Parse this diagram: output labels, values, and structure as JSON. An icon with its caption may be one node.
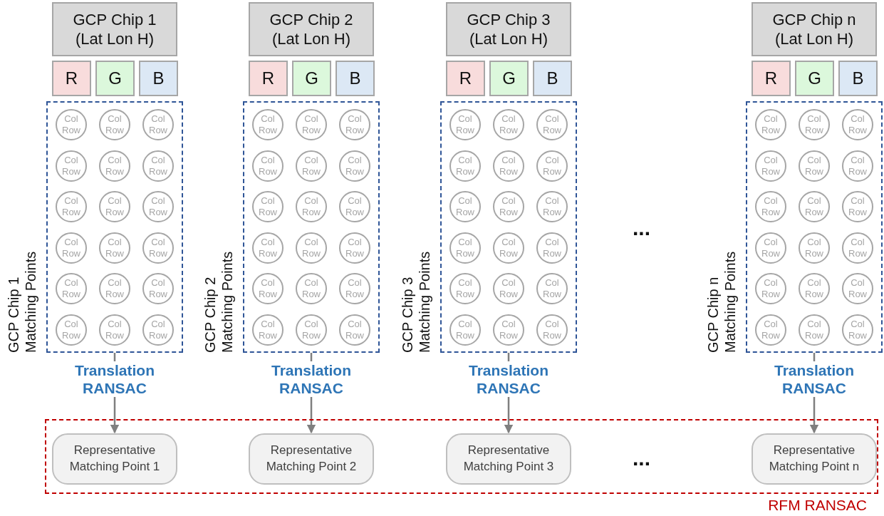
{
  "diagram": {
    "nodes": [
      {
        "text": [
          "RFM RANSAC"
        ]
      },
      {
        "text": [
          "GCP Chip 1 (Lat Lon H)"
        ]
      },
      {
        "text": [
          "R"
        ]
      },
      {
        "text": [
          "G"
        ]
      },
      {
        "text": [
          "B"
        ]
      },
      {
        "text": [],
        "shape": "box",
        "beside": [
          "GCP Chip 1 Matching Points"
        ]
      },
      {
        "text": [
          "Col Row"
        ],
        "in": 5
      },
      {
        "text": [
          "Col Row"
        ],
        "in": 5
      },
      {
        "text": [
          "Col Row"
        ],
        "in": 5
      },
      {
        "text": [
          "Col Row"
        ],
        "in": 5
      },
      {
        "text": [
          "Col Row"
        ],
        "in": 5
      },
      {
        "text": [
          "Col Row"
        ],
        "in": 5
      },
      {
        "text": [
          "Col Row"
        ],
        "in": 5
      },
      {
        "text": [
          "Col Row"
        ],
        "in": 5
      },
      {
        "text": [
          "Col Row"
        ],
        "in": 5
      },
      {
        "text": [
          "Col Row"
        ],
        "in": 5
      },
      {
        "text": [
          "Col Row"
        ],
        "in": 5
      },
      {
        "text": [
          "Col Row"
        ],
        "in": 5
      },
      {
        "text": [
          "Col Row"
        ],
        "in": 5
      },
      {
        "text": [
          "Col Row"
        ],
        "in": 5
      },
      {
        "text": [
          "Col Row"
        ],
        "in": 5
      },
      {
        "text": [
          "Col Row"
        ],
        "in": 5
      },
      {
        "text": [
          "Col Row"
        ],
        "in": 5
      },
      {
        "text": [
          "Col Row"
        ],
        "in": 5
      },
      {
        "text": [
          "GCP Chip 2 (Lat Lon H)"
        ]
      },
      {
        "text": [
          "R"
        ]
      },
      {
        "text": [
          "G"
        ]
      },
      {
        "text": [
          "B"
        ]
      },
      {
        "text": [],
        "shape": "box",
        "beside": [
          "GCP Chip 2 Matching Points"
        ]
      },
      {
        "text": [
          "Col Row"
        ],
        "in": 28
      },
      {
        "text": [
          "Col Row"
        ],
        "in": 28
      },
      {
        "text": [
          "Col Row"
        ],
        "in": 28
      },
      {
        "text": [
          "Col Row"
        ],
        "in": 28
      },
      {
        "text": [
          "Col Row"
        ],
        "in": 28
      },
      {
        "text": [
          "Col Row"
        ],
        "in": 28
      },
      {
        "text": [
          "Col Row"
        ],
        "in": 28
      },
      {
        "text": [
          "Col Row"
        ],
        "in": 28
      },
      {
        "text": [
          "Col Row"
        ],
        "in": 28
      },
      {
        "text": [
          "Col Row"
        ],
        "in": 28
      },
      {
        "text": [
          "Col Row"
        ],
        "in": 28
      },
      {
        "text": [
          "Col Row"
        ],
        "in": 28
      },
      {
        "text": [
          "Col Row"
        ],
        "in": 28
      },
      {
        "text": [
          "Col Row"
        ],
        "in": 28
      },
      {
        "text": [
          "Col Row"
        ],
        "in": 28
      },
      {
        "text": [
          "Col Row"
        ],
        "in": 28
      },
      {
        "text": [
          "Col Row"
        ],
        "in": 28
      },
      {
        "text": [
          "Col Row"
        ],
        "in": 28
      },
      {
        "text": [
          "GCP Chip 3 (Lat Lon H)"
        ]
      },
      {
        "text": [
          "R"
        ]
      },
      {
        "text": [
          "G"
        ]
      },
      {
        "text": [
          "B"
        ]
      },
      {
        "text": [],
        "shape": "box",
        "beside": [
          "GCP Chip 3 Matching Points"
        ]
      },
      {
        "text": [
          "Col Row"
        ],
        "in": 51
      },
      {
        "text": [
          "Col Row"
        ],
        "in": 51
      },
      {
        "text": [
          "Col Row"
        ],
        "in": 51
      },
      {
        "text": [
          "Col Row"
        ],
        "in": 51
      },
      {
        "text": [
          "Col Row"
        ],
        "in": 51
      },
      {
        "text": [
          "Col Row"
        ],
        "in": 51
      },
      {
        "text": [
          "Col Row"
        ],
        "in": 51
      },
      {
        "text": [
          "Col Row"
        ],
        "in": 51
      },
      {
        "text": [
          "Col Row"
        ],
        "in": 51
      },
      {
        "text": [
          "Col Row"
        ],
        "in": 51
      },
      {
        "text": [
          "Col Row"
        ],
        "in": 51
      },
      {
        "text": [
          "Col Row"
        ],
        "in": 51
      },
      {
        "text": [
          "Col Row"
        ],
        "in": 51
      },
      {
        "text": [
          "Col Row"
        ],
        "in": 51
      },
      {
        "text": [
          "Col Row"
        ],
        "in": 51
      },
      {
        "text": [
          "Col Row"
        ],
        "in": 51
      },
      {
        "text": [
          "Col Row"
        ],
        "in": 51
      },
      {
        "text": [
          "Col Row"
        ],
        "in": 51
      },
      {
        "text": [
          "GCP Chip n (Lat Lon H)"
        ]
      },
      {
        "text": [
          "R"
        ]
      },
      {
        "text": [
          "G"
        ]
      },
      {
        "text": [
          "B"
        ]
      },
      {
        "text": [],
        "shape": "box",
        "beside": [
          "GCP Chip n Matching Points"
        ]
      },
      {
        "text": [
          "Col Row"
        ],
        "in": 74
      },
      {
        "text": [
          "Col Row"
        ],
        "in": 74
      },
      {
        "text": [
          "Col Row"
        ],
        "in": 74
      },
      {
        "text": [
          "Col Row"
        ],
        "in": 74
      },
      {
        "text": [
          "Col Row"
        ],
        "in": 74
      },
      {
        "text": [
          "Col Row"
        ],
        "in": 74
      },
      {
        "text": [
          "Col Row"
        ],
        "in": 74
      },
      {
        "text": [
          "Col Row"
        ],
        "in": 74
      },
      {
        "text": [
          "Col Row"
        ],
        "in": 74
      },
      {
        "text": [
          "Col Row"
        ],
        "in": 74
      },
      {
        "text": [
          "Col Row"
        ],
        "in": 74
      },
      {
        "text": [
          "Col Row"
        ],
        "in": 74
      },
      {
        "text": [
          "Col Row"
        ],
        "in": 74
      },
      {
        "text": [
          "Col Row"
        ],
        "in": 74
      },
      {
        "text": [
          "Col Row"
        ],
        "in": 74
      },
      {
        "text": [
          "Col Row"
        ],
        "in": 74
      },
      {
        "text": [
          "Col Row"
        ],
        "in": 74
      },
      {
        "text": [
          "Col Row"
        ],
        "in": 74
      },
      {
        "text": [
          "Representative Matching Point 1"
        ],
        "in": 0
      },
      {
        "text": [
          "Representative Matching Point 2"
        ],
        "in": 0
      },
      {
        "text": [
          "Representative Matching Point 3"
        ],
        "in": 0
      },
      {
        "text": [
          "Representative Matching Point n"
        ],
        "in": 0
      }
    ],
    "edges": [
      {
        "from": 5,
        "to": 93,
        "arrow": "to",
        "label": "Translation RANSAC"
      },
      {
        "from": 28,
        "to": 94,
        "arrow": "to",
        "label": "Translation RANSAC"
      },
      {
        "from": 51,
        "to": 95,
        "arrow": "to",
        "label": "Translation RANSAC"
      },
      {
        "from": 74,
        "to": 96,
        "arrow": "to",
        "label": "Translation RANSAC"
      }
    ],
    "labels": [
      "...",
      "..."
    ]
  }
}
